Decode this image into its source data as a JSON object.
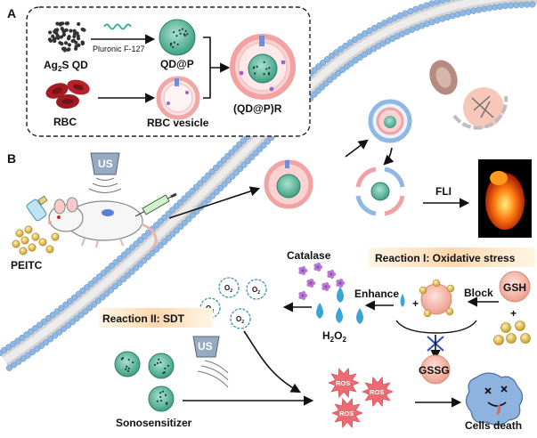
{
  "panel_a": {
    "letter": "A",
    "ag2s_qd": "Ag",
    "ag2s_sub": "2",
    "ag2s_rest": "S QD",
    "pluronic": "Pluronic F-127",
    "qdp": "QD@P",
    "rbc": "RBC",
    "rbc_vesicle": "RBC vesicle",
    "product": "(QD@P)R"
  },
  "panel_b": {
    "letter": "B",
    "us_top": "US",
    "peitc": "PEITC",
    "fli": "FLI",
    "catalase": "Catalase",
    "reaction1": "Reaction I: Oxidative stress",
    "block": "Block",
    "gsh": "GSH",
    "plus_gsh": "+",
    "enhance": "Enhance",
    "plus_mid": "+",
    "h2o2": "H",
    "h2o2_sub1": "2",
    "h2o2_o": "O",
    "h2o2_sub2": "2",
    "gssg": "GSSG",
    "reaction2": "Reaction II: SDT",
    "us_bottom": "US",
    "o2": "O",
    "o2_sub": "2",
    "ros": "ROS",
    "sonosensitizer": "Sonosensitizer",
    "cells_death": "Cells death"
  },
  "colors": {
    "membrane_head": "#8fb8e4",
    "membrane_tail": "#c9c9c9",
    "qd_core": "#6fc3a8",
    "rbc_red": "#a51c22",
    "vesicle_pink": "#f4b3a8",
    "ros_star": "#f06a73",
    "drop_blue": "#39a5d6",
    "purple": "#b878d6",
    "gold": "#e6c35c",
    "reaction_bg": "#fbe2c4"
  }
}
